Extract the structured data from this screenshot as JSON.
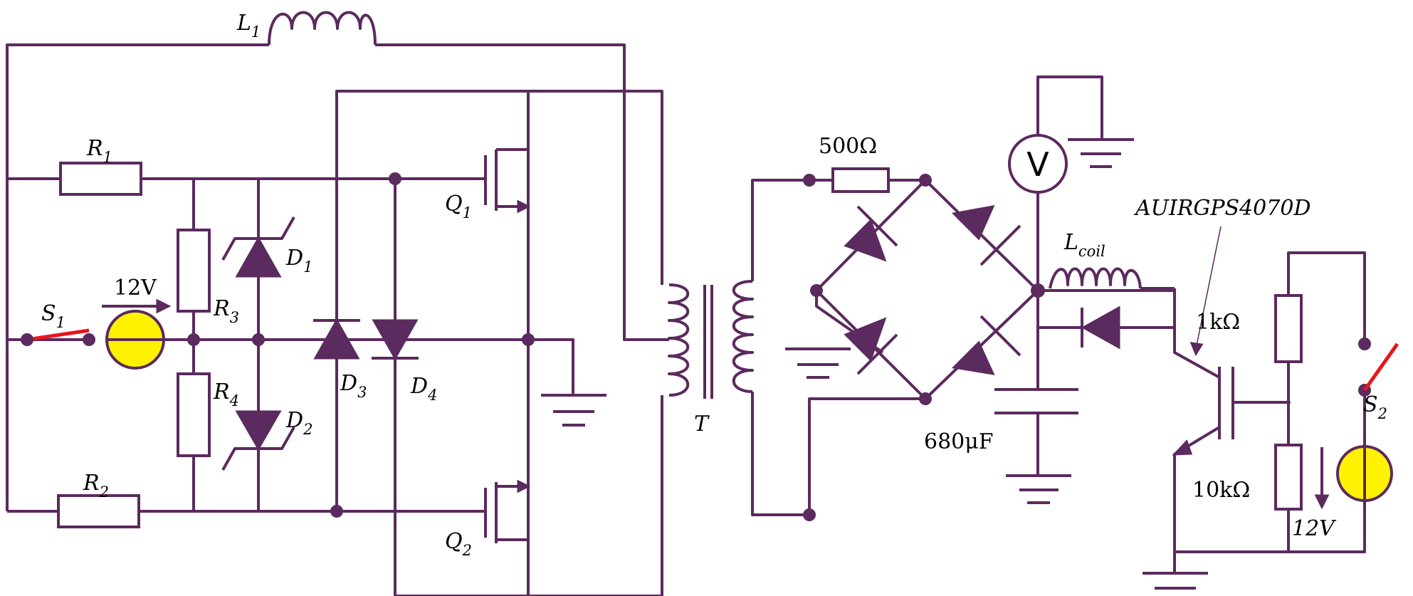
{
  "colors": {
    "wire": "#5b2a5e",
    "source_fill": "#fff200",
    "switch_blade": "#e8151c"
  },
  "labels": {
    "l1": {
      "main": "L",
      "sub": "1"
    },
    "r1": {
      "main": "R",
      "sub": "1"
    },
    "r2": {
      "main": "R",
      "sub": "2"
    },
    "r3": {
      "main": "R",
      "sub": "3"
    },
    "r4": {
      "main": "R",
      "sub": "4"
    },
    "d1": {
      "main": "D",
      "sub": "1"
    },
    "d2": {
      "main": "D",
      "sub": "2"
    },
    "d3": {
      "main": "D",
      "sub": "3"
    },
    "d4": {
      "main": "D",
      "sub": "4"
    },
    "q1": {
      "main": "Q",
      "sub": "1"
    },
    "q2": {
      "main": "Q",
      "sub": "2"
    },
    "s1": {
      "main": "S",
      "sub": "1"
    },
    "s2": {
      "main": "S",
      "sub": "2"
    },
    "lcoil": {
      "main": "L",
      "sub": "coil"
    },
    "source1_voltage": "12V",
    "source2_voltage": "12V",
    "transformer": "T",
    "bridge_resistor": "500Ω",
    "capacitor": "680μF",
    "voltmeter": "V",
    "igbt_part": "AUIRGPS4070D",
    "r_top": "1kΩ",
    "r_bottom": "10kΩ"
  }
}
